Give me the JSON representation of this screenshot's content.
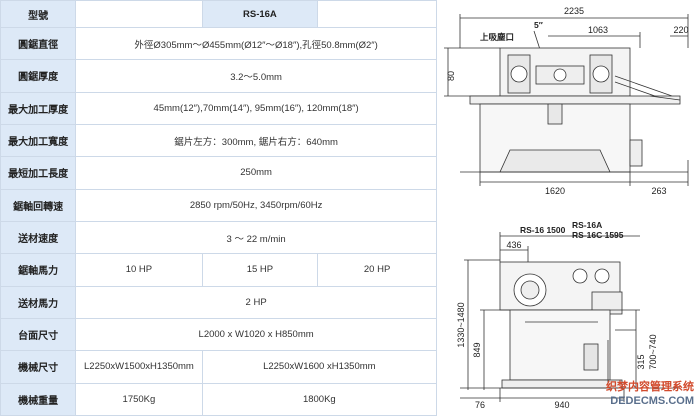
{
  "table": {
    "header": {
      "label": "型號",
      "model": "RS-16A"
    },
    "rows": [
      {
        "label": "圓鋸直徑",
        "value": "外徑Ø305mm～Ø455mm(Ø12″～Ø18″),孔徑50.8mm(Ø2″)"
      },
      {
        "label": "圓鋸厚度",
        "value": "3.2～5.0mm"
      },
      {
        "label": "最大加工厚度",
        "value": "45mm(12″),70mm(14″), 95mm(16″), 120mm(18″)"
      },
      {
        "label": "最大加工寬度",
        "value": "鋸片左方：300mm, 鋸片右方：640mm"
      },
      {
        "label": "最短加工長度",
        "value": "250mm"
      },
      {
        "label": "鋸軸回轉速",
        "value": "2850 rpm/50Hz, 3450rpm/60Hz"
      },
      {
        "label": "送材速度",
        "value": "3 ～ 22 m/min"
      }
    ],
    "hp_row": {
      "label": "鋸軸馬力",
      "values": [
        "10 HP",
        "15 HP",
        "20 HP"
      ]
    },
    "feed_hp": {
      "label": "送材馬力",
      "value": "2 HP"
    },
    "table_size": {
      "label": "台面尺寸",
      "value": "L2000 x W1020 x H850mm"
    },
    "machine_size": {
      "label": "機械尺寸",
      "values": [
        "L2250xW1500xH1350mm",
        "L2250xW1600 xH1350mm"
      ]
    },
    "weight": {
      "label": "機械重量",
      "values": [
        "1750Kg",
        "1800Kg"
      ]
    }
  },
  "drawing": {
    "top": {
      "overall": "2235",
      "inlet_label": "上吸塵口",
      "inlet_size": "5″",
      "d1063": "1063",
      "d220": "220",
      "d80": "80",
      "d1620": "1620",
      "d263": "263"
    },
    "bottom": {
      "models": [
        "RS-16 1500",
        "RS-16A",
        "RS-16C 1595"
      ],
      "d436": "436",
      "h1330_1480": "1330~1480",
      "h849": "849",
      "h700_740": "700~740",
      "h315": "315",
      "d76": "76",
      "d940": "940"
    }
  },
  "watermark": {
    "line1": "织梦内容管理系统",
    "line2": "DEDECMS.COM"
  }
}
